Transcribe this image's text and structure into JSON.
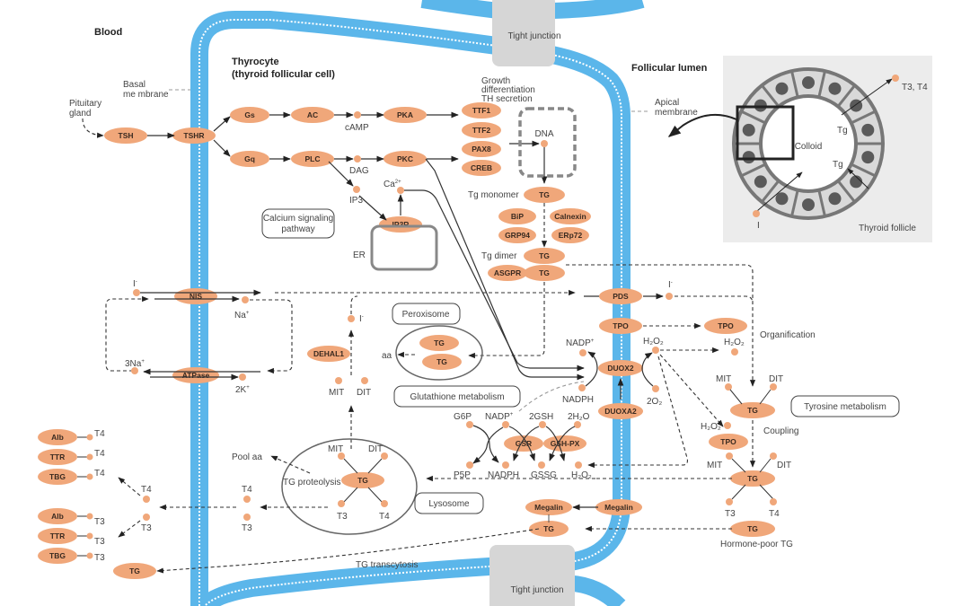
{
  "colors": {
    "node": "#f0a77a",
    "membrane": "#5bb6ea",
    "tight_junction": "#d6d6d6",
    "inset_bg": "#ececec",
    "line": "#333333"
  },
  "regions": {
    "blood": "Blood",
    "thyrocyte_line1": "Thyrocyte",
    "thyrocyte_line2": "(thyroid follicular cell)",
    "lumen": "Follicular lumen",
    "basal_membrane_line1": "Basal",
    "basal_membrane_line2": "me mbrane",
    "apical_membrane_line1": "Apical",
    "apical_membrane_line2": "membrane",
    "pituitary_line1": "Pituitary",
    "pituitary_line2": "gland",
    "tight_junction_top": "Tight junction",
    "tight_junction_bottom": "Tight junction"
  },
  "pathway_boxes": {
    "calcium_line1": "Calcium signaling",
    "calcium_line2": "pathway",
    "peroxisome": "Peroxisome",
    "glutathione": "Glutathione metabolism",
    "tyrosine": "Tyrosine metabolism",
    "lysosome": "Lysosome"
  },
  "labels": {
    "growth_line1": "Growth",
    "growth_line2": "differentiation",
    "growth_line3": "TH secretion",
    "dna": "DNA",
    "camp": "cAMP",
    "dag": "DAG",
    "ip3": "IP3",
    "ca": "Ca",
    "ca_sup": "2+",
    "er": "ER",
    "tg_monomer": "Tg monomer",
    "tg_dimer": "Tg dimer",
    "iodide": "I",
    "iodide_sup": "-",
    "na": "Na",
    "na_sup": "+",
    "three_na": "3Na",
    "two_k": "2K",
    "plus": "+",
    "aa": "aa",
    "mit": "MIT",
    "dit": "DIT",
    "nadp": "NADP",
    "nadph": "NADPH",
    "h2o2": "H₂O₂",
    "two_o2": "2O₂",
    "g6p": "G6P",
    "p5p": "P5P",
    "two_gsh": "2GSH",
    "gssg": "GSSG",
    "two_h2o": "2H₂O",
    "organification": "Organification",
    "coupling": "Coupling",
    "hormone_poor": "Hormone-poor TG",
    "pool_aa": "Pool aa",
    "tg_proteolysis": "TG proteolysis",
    "t3": "T3",
    "t4": "T4",
    "tg_transcytosis": "TG transcytosis"
  },
  "nodes": {
    "tsh": "TSH",
    "tshr": "TSHR",
    "gs": "Gs",
    "ac": "AC",
    "pka": "PKA",
    "gq": "Gq",
    "plc": "PLC",
    "pkc": "PKC",
    "ttf1": "TTF1",
    "ttf2": "TTF2",
    "pax8": "PAX8",
    "creb": "CREB",
    "tg": "TG",
    "bip": "BiP",
    "calnexin": "Calnexin",
    "grp94": "GRP94",
    "erp72": "ERp72",
    "asgpr": "ASGPR",
    "ip3r": "IP3R",
    "nis": "NIS",
    "atpase": "ATPase",
    "pds": "PDS",
    "tpo": "TPO",
    "duox2": "DUOX2",
    "duoxa2": "DUOXA2",
    "dehal1": "DEHAL1",
    "gsr": "GSR",
    "gshpx": "GSH-PX",
    "megalin": "Megalin",
    "alb": "Alb",
    "ttr": "TTR",
    "tbg": "TBG"
  },
  "inset": {
    "colloid": "Colloid",
    "tg_out": "Tg",
    "tg_in": "Tg",
    "t3t4": "T3, T4",
    "iodide": "I",
    "caption": "Thyroid follicle"
  }
}
